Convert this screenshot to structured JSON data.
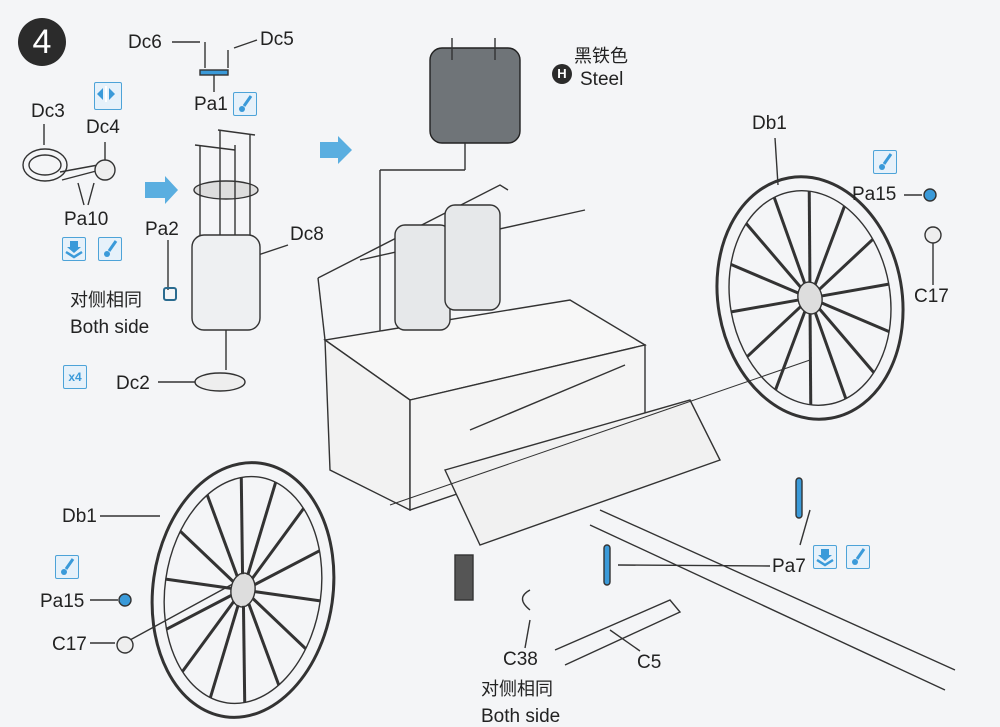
{
  "step_number": "4",
  "color_note": {
    "code": "H",
    "chinese": "黑铁色",
    "english": "Steel"
  },
  "parts": {
    "dc6": "Dc6",
    "dc5": "Dc5",
    "pa1": "Pa1",
    "dc3": "Dc3",
    "dc4": "Dc4",
    "pa10": "Pa10",
    "pa2": "Pa2",
    "dc8": "Dc8",
    "dc2": "Dc2",
    "db1_right": "Db1",
    "pa15_right": "Pa15",
    "c17_right": "C17",
    "db1_left": "Db1",
    "pa15_left": "Pa15",
    "c17_left": "C17",
    "pa7": "Pa7",
    "c38": "C38",
    "c5": "C5"
  },
  "notes": {
    "both_side_cn_1": "对侧相同",
    "both_side_en_1": "Both side",
    "both_side_cn_2": "对侧相同",
    "both_side_en_2": "Both side",
    "quantity": "x4"
  },
  "colors": {
    "accent": "#3a9ad9",
    "ink": "#222222"
  }
}
